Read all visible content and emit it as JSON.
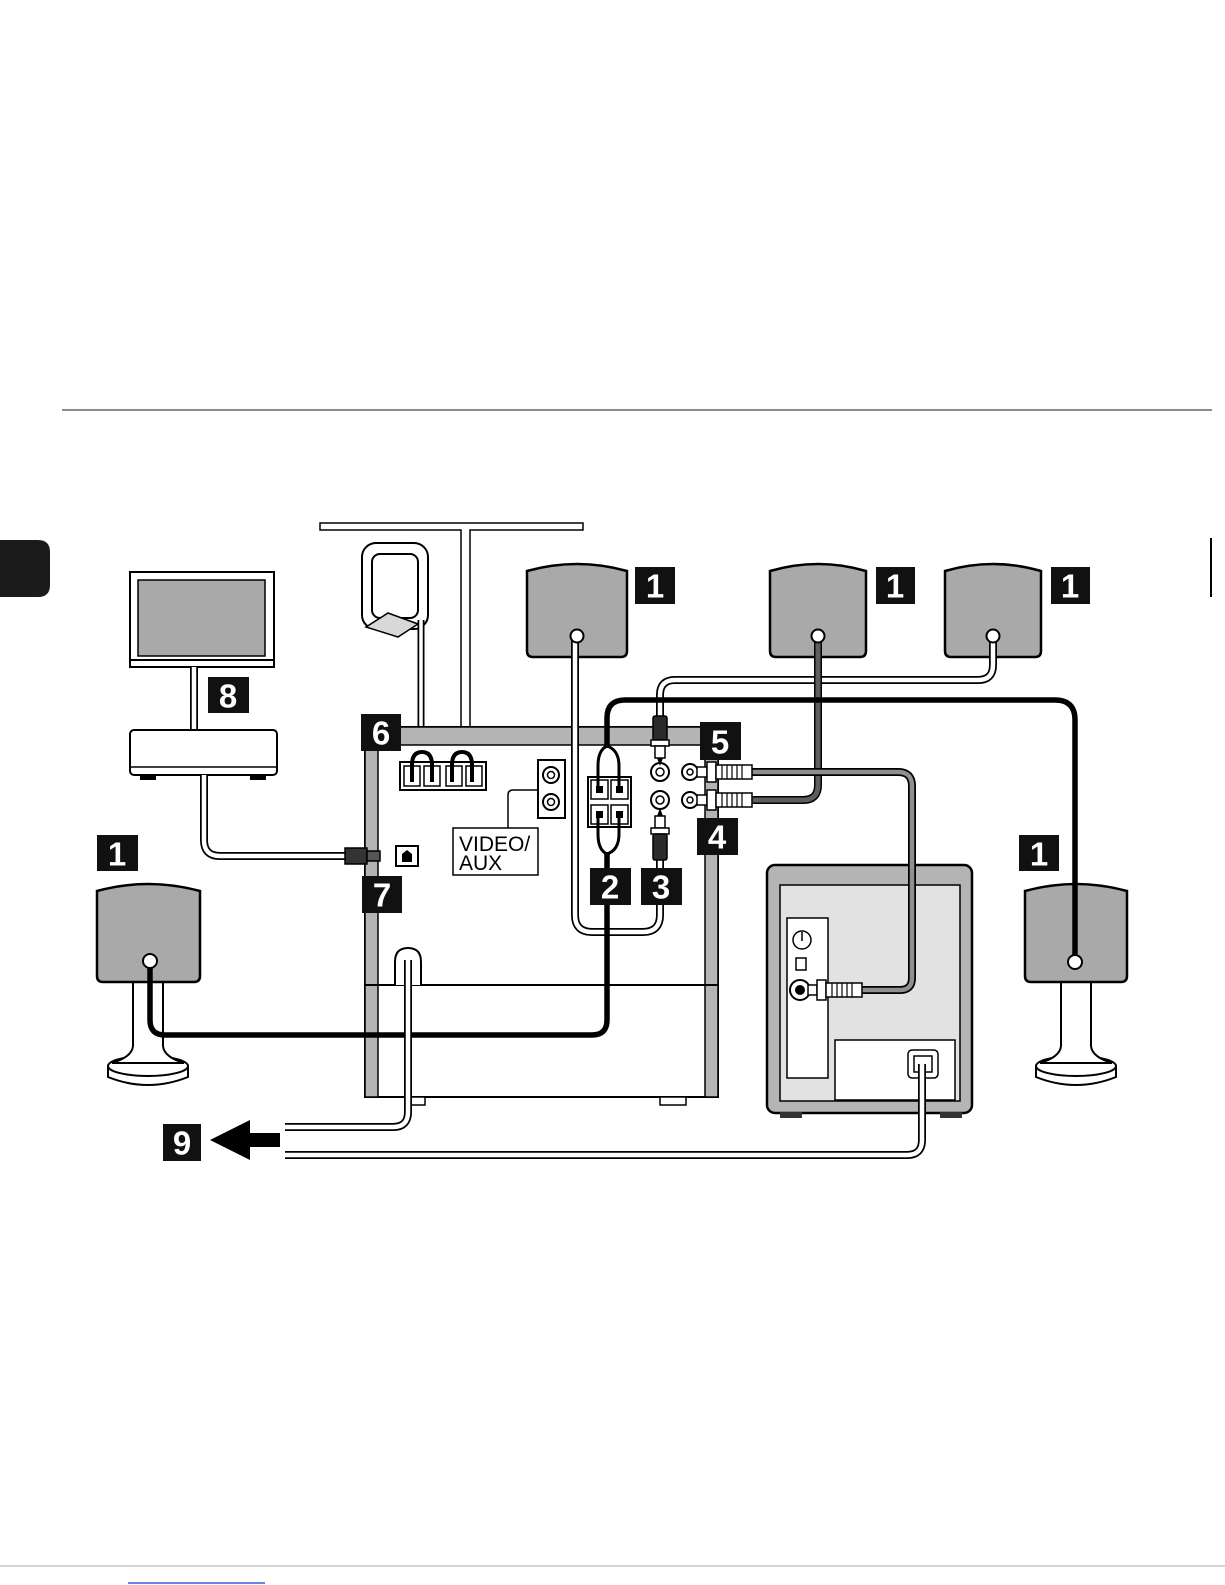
{
  "callouts": {
    "speaker_top_a": "1",
    "speaker_top_b": "1",
    "speaker_top_c": "1",
    "speaker_left": "1",
    "speaker_right": "1",
    "speaker_terminals": "2",
    "mini_plug_lower": "3",
    "rca_lower": "4",
    "mini_plug_upper": "5",
    "antenna_terminals": "6",
    "optical_input": "7",
    "tv_link": "8",
    "power_outlet": "9"
  },
  "video_aux_label": {
    "line1": "VIDEO/",
    "line2": "AUX"
  },
  "colors": {
    "speaker_fill": "#a9a9a9",
    "panel_gray": "#b4b4b4",
    "screen_fill": "#a9a9a9",
    "cable_gray": "#8f8f8f",
    "cable_dark": "#5e5e5e",
    "callout_bg": "#111111",
    "callout_text": "#ffffff"
  }
}
